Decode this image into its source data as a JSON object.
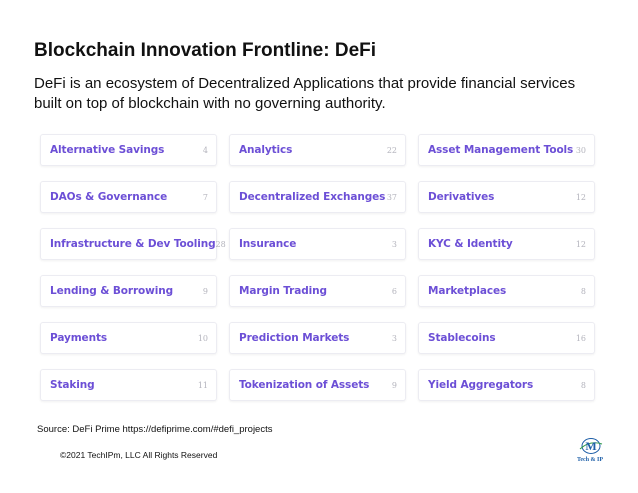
{
  "title": "Blockchain Innovation Frontline: DeFi",
  "subtitle": "DeFi is an ecosystem of Decentralized Applications that provide financial services built on top of blockchain with no governing authority.",
  "categories": [
    {
      "label": "Alternative Savings",
      "count": "4"
    },
    {
      "label": "Analytics",
      "count": "22"
    },
    {
      "label": "Asset Management Tools",
      "count": "30"
    },
    {
      "label": "DAOs & Governance",
      "count": "7"
    },
    {
      "label": "Decentralized Exchanges",
      "count": "37"
    },
    {
      "label": "Derivatives",
      "count": "12"
    },
    {
      "label": "Infrastructure & Dev Tooling",
      "count": "28"
    },
    {
      "label": "Insurance",
      "count": "3"
    },
    {
      "label": "KYC & Identity",
      "count": "12"
    },
    {
      "label": "Lending & Borrowing",
      "count": "9"
    },
    {
      "label": "Margin Trading",
      "count": "6"
    },
    {
      "label": "Marketplaces",
      "count": "8"
    },
    {
      "label": "Payments",
      "count": "10"
    },
    {
      "label": "Prediction Markets",
      "count": "3"
    },
    {
      "label": "Stablecoins",
      "count": "16"
    },
    {
      "label": "Staking",
      "count": "11"
    },
    {
      "label": "Tokenization of Assets",
      "count": "9"
    },
    {
      "label": "Yield Aggregators",
      "count": "8"
    }
  ],
  "source": "Source: DeFi Prime https://defiprime.com/#defi_projects",
  "copyright": "©2021 TechIPm, LLC All Rights Reserved",
  "logo": {
    "letter": "M",
    "text": "Tech & IP"
  },
  "colors": {
    "accent": "#6c4fd6",
    "count": "#b4b4bd",
    "logo": "#1e5fa8"
  }
}
